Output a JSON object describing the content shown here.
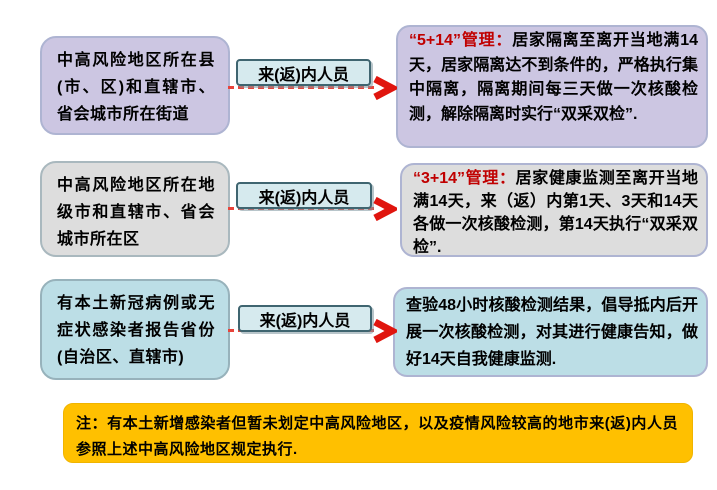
{
  "palette": {
    "row1_fill": "#ccc6e2",
    "row2_fill": "#dddddd",
    "row3_fill": "#bcdee6",
    "traveler_fill": "#d6eaee",
    "traveler_border": "#3f6570",
    "note_fill": "#ffc000",
    "heading_red": "#c00000",
    "connector_red": "#e8433a",
    "arrow_red": "#e0150e"
  },
  "rows": [
    {
      "source": "中高风险地区所在县(市、区)和直辖市、省会城市所在街道",
      "traveler": "来(返)内人员",
      "policy_heading": "“5+14”管理：",
      "policy_body": "居家隔离至离开当地满14天，居家隔离达不到条件的，严格执行集中隔离，隔离期间每三天做一次核酸检测，解除隔离时实行“双采双检”."
    },
    {
      "source": "中高风险地区所在地级市和直辖市、省会城市所在区",
      "traveler": "来(返)内人员",
      "policy_heading": "“3+14”管理：",
      "policy_body": "居家健康监测至离开当地满14天，来（返）内第1天、3天和14天各做一次核酸检测，第14天执行“双采双检”."
    },
    {
      "source": "有本土新冠病例或无症状感染者报告省份(自治区、直辖市)",
      "traveler": "来(返)内人员",
      "policy_heading": "",
      "policy_body": "查验48小时核酸检测结果，倡导抵内后开展一次核酸检测，对其进行健康告知，做好14天自我健康监测."
    }
  ],
  "note": "注：有本土新增感染者但暂未划定中高风险地区，以及疫情风险较高的地市来(返)内人员参照上述中高风险地区规定执行."
}
